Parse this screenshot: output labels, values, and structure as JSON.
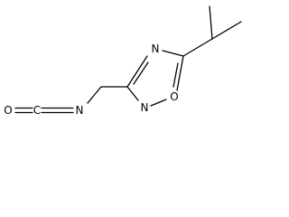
{
  "molecule": {
    "atoms": {
      "o_isocyanate": "O",
      "c_isocyanate": "C",
      "n_isocyanate": "N",
      "n_ring_top": "N",
      "o_ring": "O",
      "n_ring_bottom": "N"
    },
    "colors": {
      "bond": "#000000",
      "label": "#000000",
      "background": "#ffffff"
    }
  }
}
